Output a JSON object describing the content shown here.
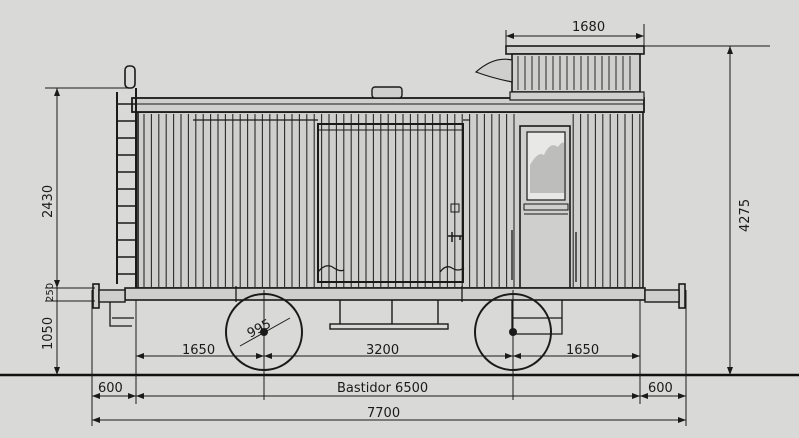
{
  "drawing": {
    "colors": {
      "paper": "#d9d9d7",
      "ink": "#1a1a1a",
      "body_fill": "#cfcfcd",
      "plank_line": "#2a2a2a"
    },
    "dimensions": {
      "cupola_width": "1680",
      "roof_height": "2430",
      "total_height": "4275",
      "frame_height": "250",
      "buffer_height": "1050",
      "wheel_diameter": "995",
      "overhang_left": "1650",
      "wheelbase": "3200",
      "overhang_right": "1650",
      "buffer_left": "600",
      "frame_length": "Bastidor 6500",
      "buffer_right": "600",
      "total_length": "7700"
    }
  }
}
